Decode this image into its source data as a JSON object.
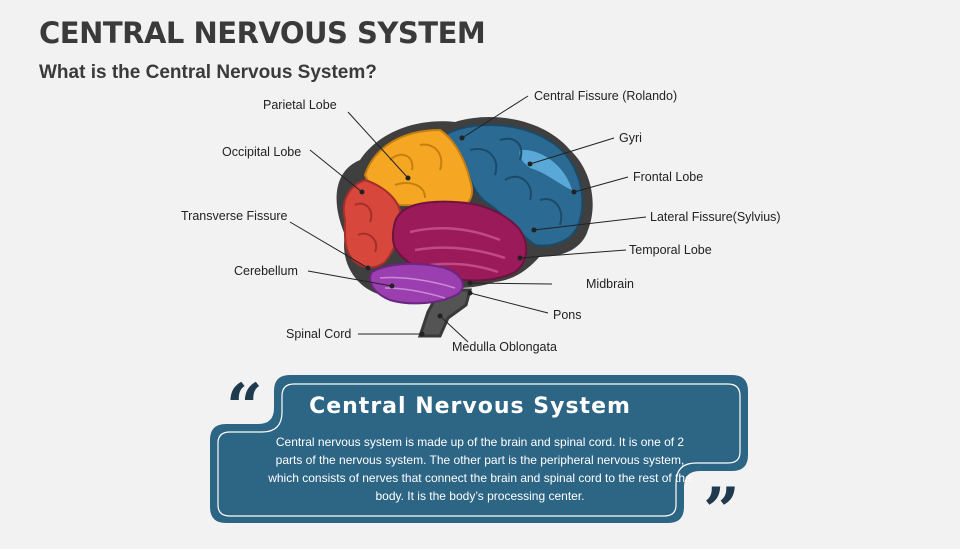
{
  "title": "CENTRAL NERVOUS SYSTEM",
  "subtitle": "What is the Central Nervous System?",
  "labels": {
    "parietal_lobe": "Parietal Lobe",
    "occipital_lobe": "Occipital Lobe",
    "transverse_fissure": "Transverse Fissure",
    "cerebellum": "Cerebellum",
    "spinal_cord": "Spinal Cord",
    "central_fissure": "Central Fissure (Rolando)",
    "gyri": "Gyri",
    "frontal_lobe": "Frontal Lobe",
    "lateral_fissure": "Lateral Fissure(Sylvius)",
    "temporal_lobe": "Temporal Lobe",
    "midbrain": "Midbrain",
    "pons": "Pons",
    "medulla": "Medulla Oblongata"
  },
  "info_box": {
    "heading": "Central Nervous System",
    "body": "Central nervous system is made up of the brain and spinal cord. It is one of 2 parts of the nervous system. The other part is the peripheral nervous system, which consists of nerves that connect the brain and spinal cord to the rest of the body. It is the body’s processing center.",
    "open_quote": "“",
    "close_quote": "”"
  },
  "colors": {
    "parietal": "#f5a623",
    "frontal": "#2a6a93",
    "occipital": "#d8473b",
    "temporal": "#9b1b5a",
    "cerebellum": "#9b3fb0",
    "brainstem": "#555555",
    "box": "#2d6585"
  }
}
